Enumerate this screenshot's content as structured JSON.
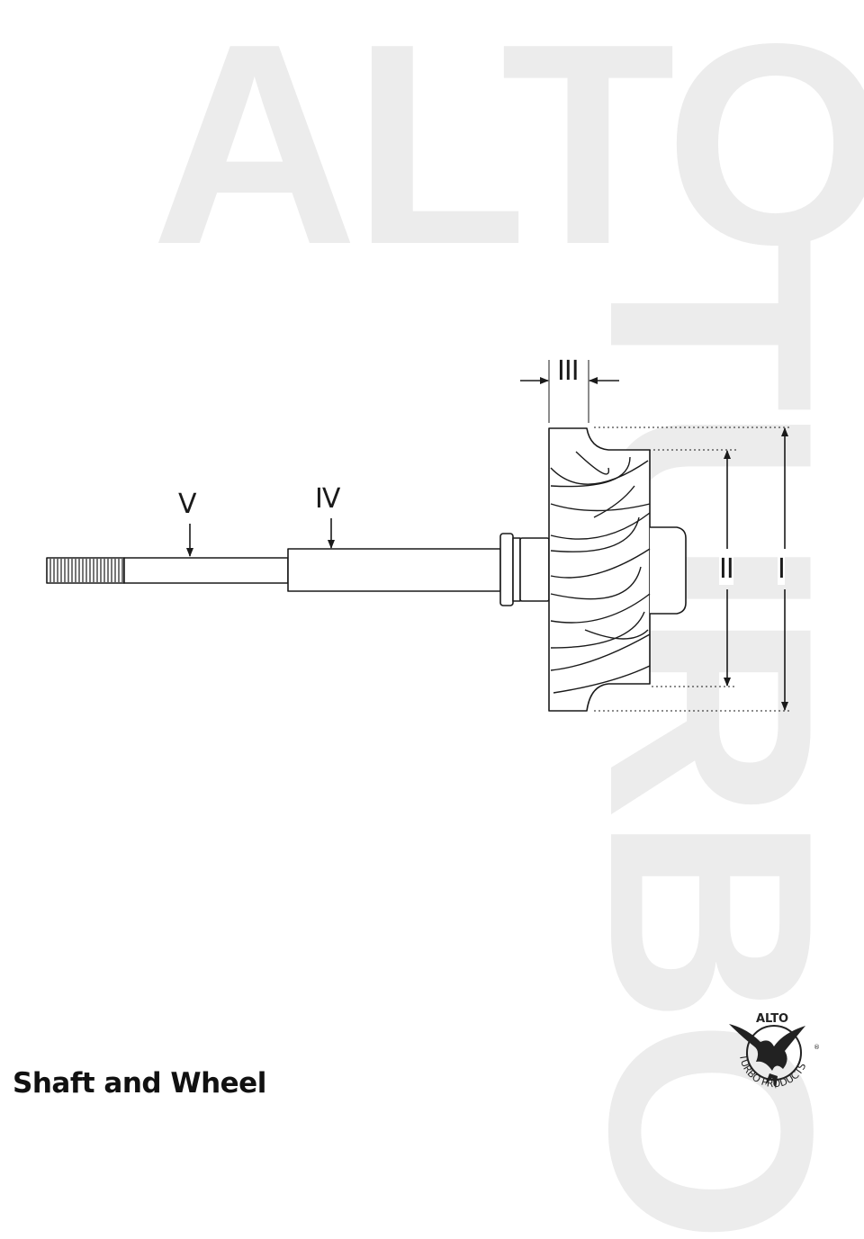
{
  "watermark": {
    "line1": "ALTO",
    "line2": "TURBO"
  },
  "labels": {
    "v": "V",
    "iv": "IV",
    "iii": "III",
    "ii": "II",
    "i": "I"
  },
  "caption": "Shaft and Wheel",
  "logo": {
    "top_text": "ALTO",
    "ring_text": "TURBO PRODUCTS",
    "mark": "®"
  },
  "colors": {
    "line": "#1a1a1a",
    "watermark": "#ececec"
  }
}
